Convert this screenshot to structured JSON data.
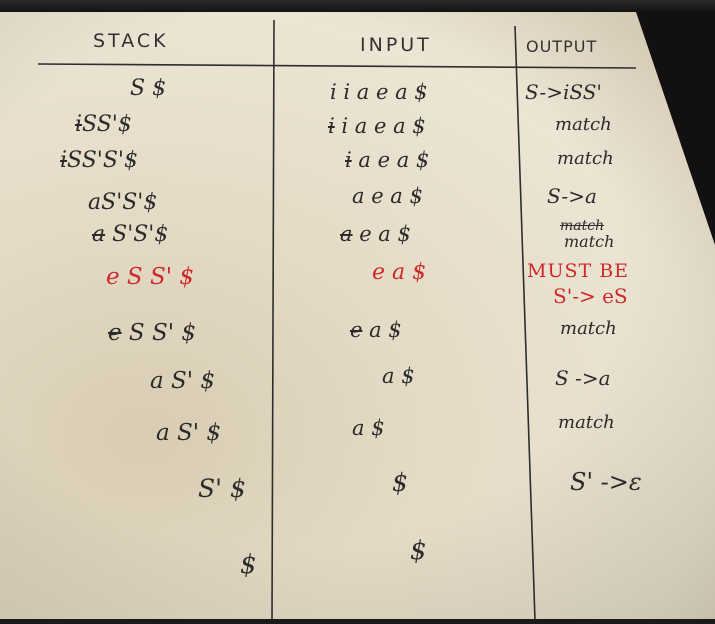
{
  "headers": {
    "stack": "STACK",
    "input": "INPUT",
    "output": "OUTPUT"
  },
  "rows": [
    {
      "stack": "S $",
      "input": "i i a e a $",
      "output": "S->iSS'"
    },
    {
      "stack": "iSS'$",
      "input": "i a e a $",
      "output": "match"
    },
    {
      "stack": "iSS'S'$",
      "input": "a e a $",
      "output": "match"
    },
    {
      "stack": "aS'S'$",
      "input": "a e a $",
      "output": "S->a"
    },
    {
      "stack": "S'S'$",
      "input": "e a $",
      "output": "match"
    },
    {
      "stack": "e S S' $",
      "input": "e a $",
      "output_line1": "MUST BE",
      "output_line2": "S'-> eS"
    },
    {
      "stack": "S S' $",
      "input": "a $",
      "output": "match"
    },
    {
      "stack": "a S' $",
      "input": "a $",
      "output": "S ->a"
    },
    {
      "stack": "a S' $",
      "input": "a $",
      "output": "match"
    },
    {
      "stack": "S' $",
      "input": "$",
      "output": "S' ->ε"
    },
    {
      "stack": "$",
      "input": "$",
      "output": ""
    }
  ],
  "struck_prefixes": {
    "row2_stack": "i",
    "row2_input": "i",
    "row3_stack": "i",
    "row3_input": "i",
    "row5_stack": "a",
    "row5_input": "a",
    "row5_output": "match",
    "row7_stack": "e",
    "row7_input": "e"
  },
  "colors": {
    "ink": "#2b2b2b",
    "red_ink": "#cc2a2a",
    "paper": "#ece5d4"
  }
}
